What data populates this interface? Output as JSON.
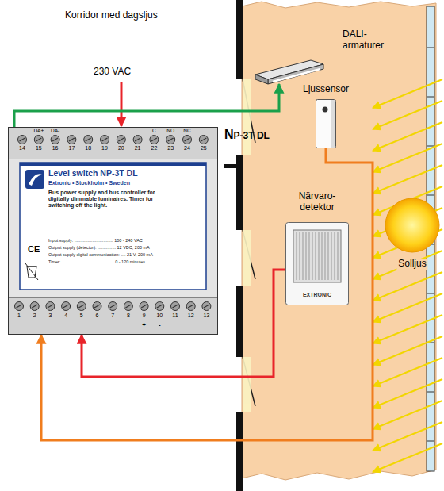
{
  "diagram": {
    "nodes": [
      {
        "text": [
          "NP-3T DL",
          "Level switch NP-3T DL",
          "Extronic • Stockholm • Sweden",
          "Bus power supply and bus controller for digitally dimmable luminaires. Timer for switching off the light.",
          "Input supply: ................................ 100 - 240 VAC",
          "Output supply (detector): ............... 12 VDC, 200 mA",
          "Output supply digital communication: .... 21 V, 200 mA",
          "Timer: ........................................... 0 - 120 minutes"
        ]
      },
      {
        "text": [
          "DALI- armaturer"
        ]
      },
      {
        "text": [
          "Ljussensor"
        ]
      },
      {
        "text": [
          "Närvaro- detektor",
          "EXTRONIC"
        ]
      },
      {
        "text": [
          "Solljus"
        ]
      }
    ],
    "edges": [
      {
        "from": 0,
        "to": 1,
        "arrow": "to"
      },
      {
        "from": 2,
        "to": 0,
        "arrow": "to"
      },
      {
        "from": 3,
        "to": 0,
        "arrow": "to"
      }
    ],
    "labels": [
      "Korridor med dagsljus",
      "230 VAC",
      "DA+",
      "DA-",
      "C",
      "NO",
      "NC",
      "14",
      "15",
      "16",
      "17",
      "18",
      "19",
      "20",
      "21",
      "22",
      "23",
      "24",
      "25",
      "1",
      "2",
      "3",
      "4",
      "5",
      "6",
      "7",
      "8",
      "9",
      "10",
      "11",
      "12",
      "13",
      "+",
      "-",
      "CE"
    ]
  }
}
